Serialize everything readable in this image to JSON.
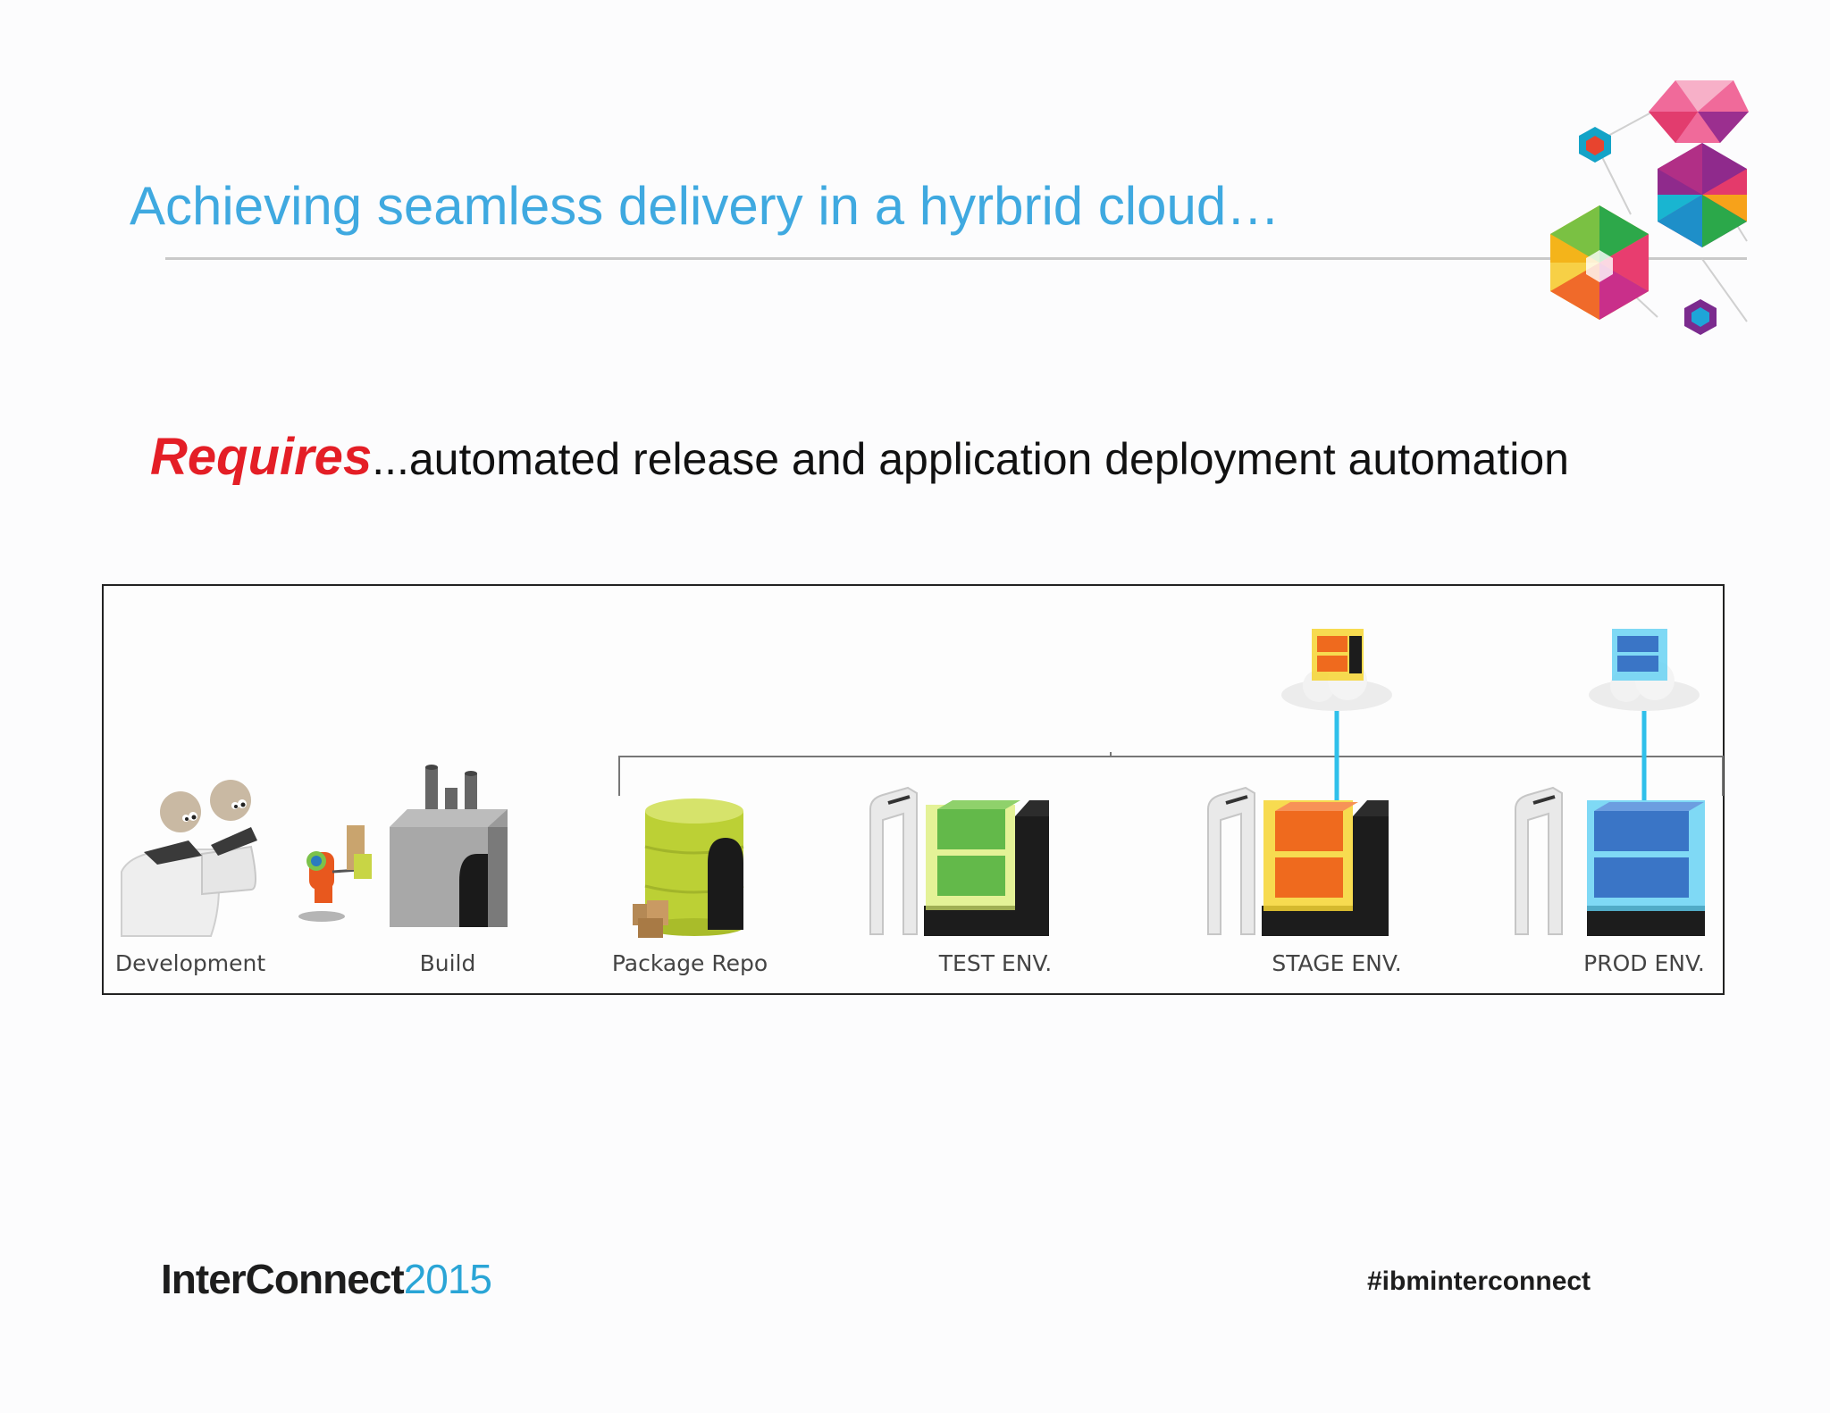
{
  "slide": {
    "title": "Achieving seamless delivery in a hyrbrid cloud…",
    "requires_word": "Requires",
    "requires_rest": "...automated release and application deployment automation"
  },
  "pipeline": {
    "stages": [
      {
        "label": "Development"
      },
      {
        "label": "Build"
      },
      {
        "label": "Package Repo"
      },
      {
        "label": "TEST ENV."
      },
      {
        "label": "STAGE ENV."
      },
      {
        "label": "PROD ENV."
      }
    ]
  },
  "footer": {
    "logo_brand": "InterConnect",
    "logo_year": "2015",
    "hashtag": "#ibminterconnect"
  },
  "colors": {
    "title_blue": "#3fa9e0",
    "requires_red": "#e41e26",
    "test_green": "#6cc04a",
    "stage_orange": "#f06a1e",
    "prod_blue": "#3a7fd0",
    "repo_yellowgreen": "#c6d645"
  }
}
